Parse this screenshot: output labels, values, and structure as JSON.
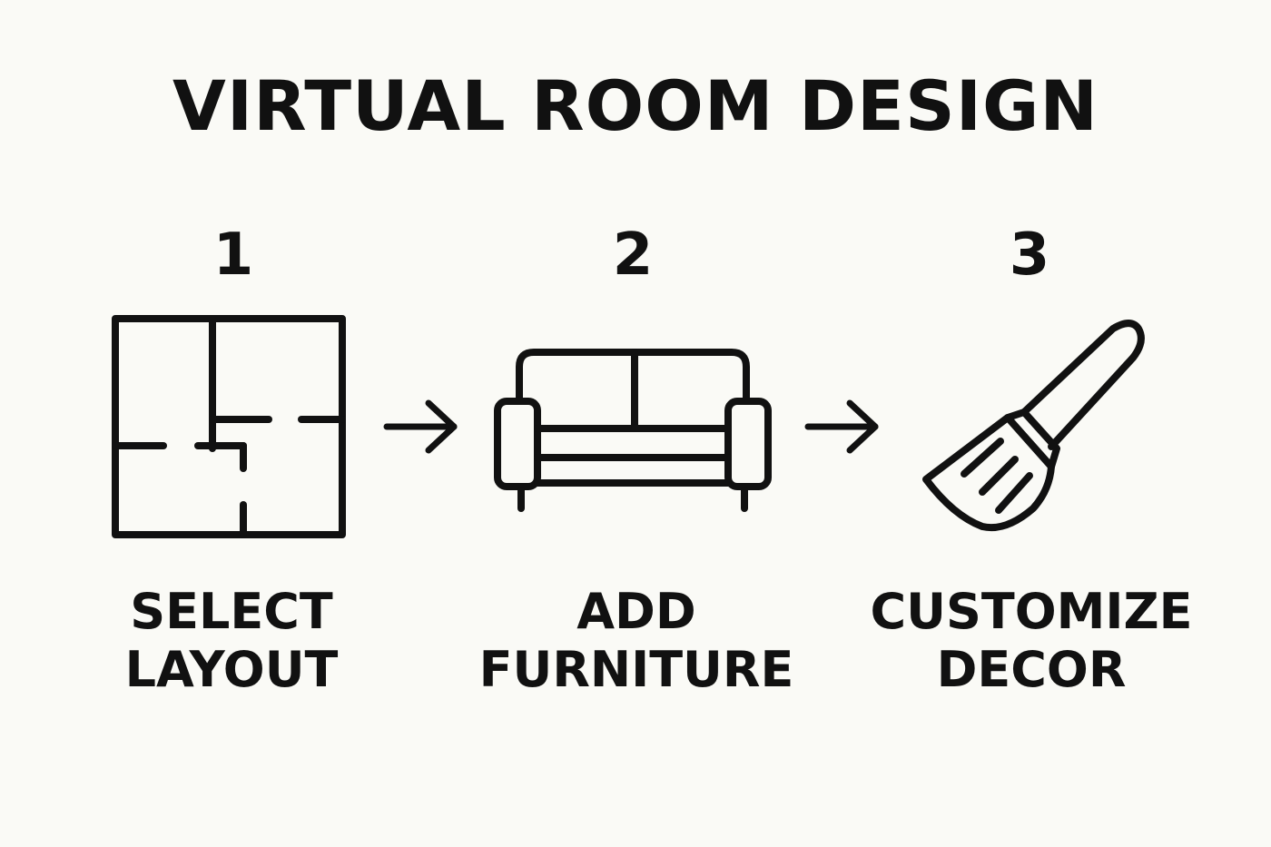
{
  "title": "VIRTUAL ROOM DESIGN",
  "steps": [
    {
      "number": "1",
      "label_line1": "SELECT",
      "label_line2": "LAYOUT",
      "icon": "floor-plan-icon"
    },
    {
      "number": "2",
      "label_line1": "ADD",
      "label_line2": "FURNITURE",
      "icon": "sofa-icon"
    },
    {
      "number": "3",
      "label_line1": "CUSTOMIZE",
      "label_line2": "DECOR",
      "icon": "paintbrush-icon"
    }
  ],
  "connectors": [
    "arrow-right-icon",
    "arrow-right-icon"
  ],
  "colors": {
    "background": "#fafaf6",
    "ink": "#111111"
  }
}
